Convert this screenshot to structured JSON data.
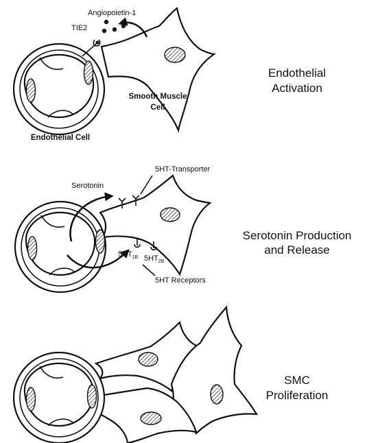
{
  "panels": [
    {
      "stage": [
        "Endothelial",
        "Activation"
      ],
      "labels": {
        "ligand": "Angiopoietin-1",
        "receptor": "TIE2",
        "smc": [
          "Smooth Muscle",
          "Cell"
        ],
        "ec": "Endothelial Cell"
      }
    },
    {
      "stage": [
        "Serotonin Production",
        "and Release"
      ],
      "labels": {
        "transporter": "5HT-Transporter",
        "serotonin": "Serotonin",
        "receptor_1b": "5HT",
        "receptor_1b_sub": "1B",
        "receptor_2b": "5HT",
        "receptor_2b_sub": "2B",
        "receptors": "5HT Receptors"
      }
    },
    {
      "stage": [
        "SMC",
        "Proliferation"
      ]
    }
  ]
}
